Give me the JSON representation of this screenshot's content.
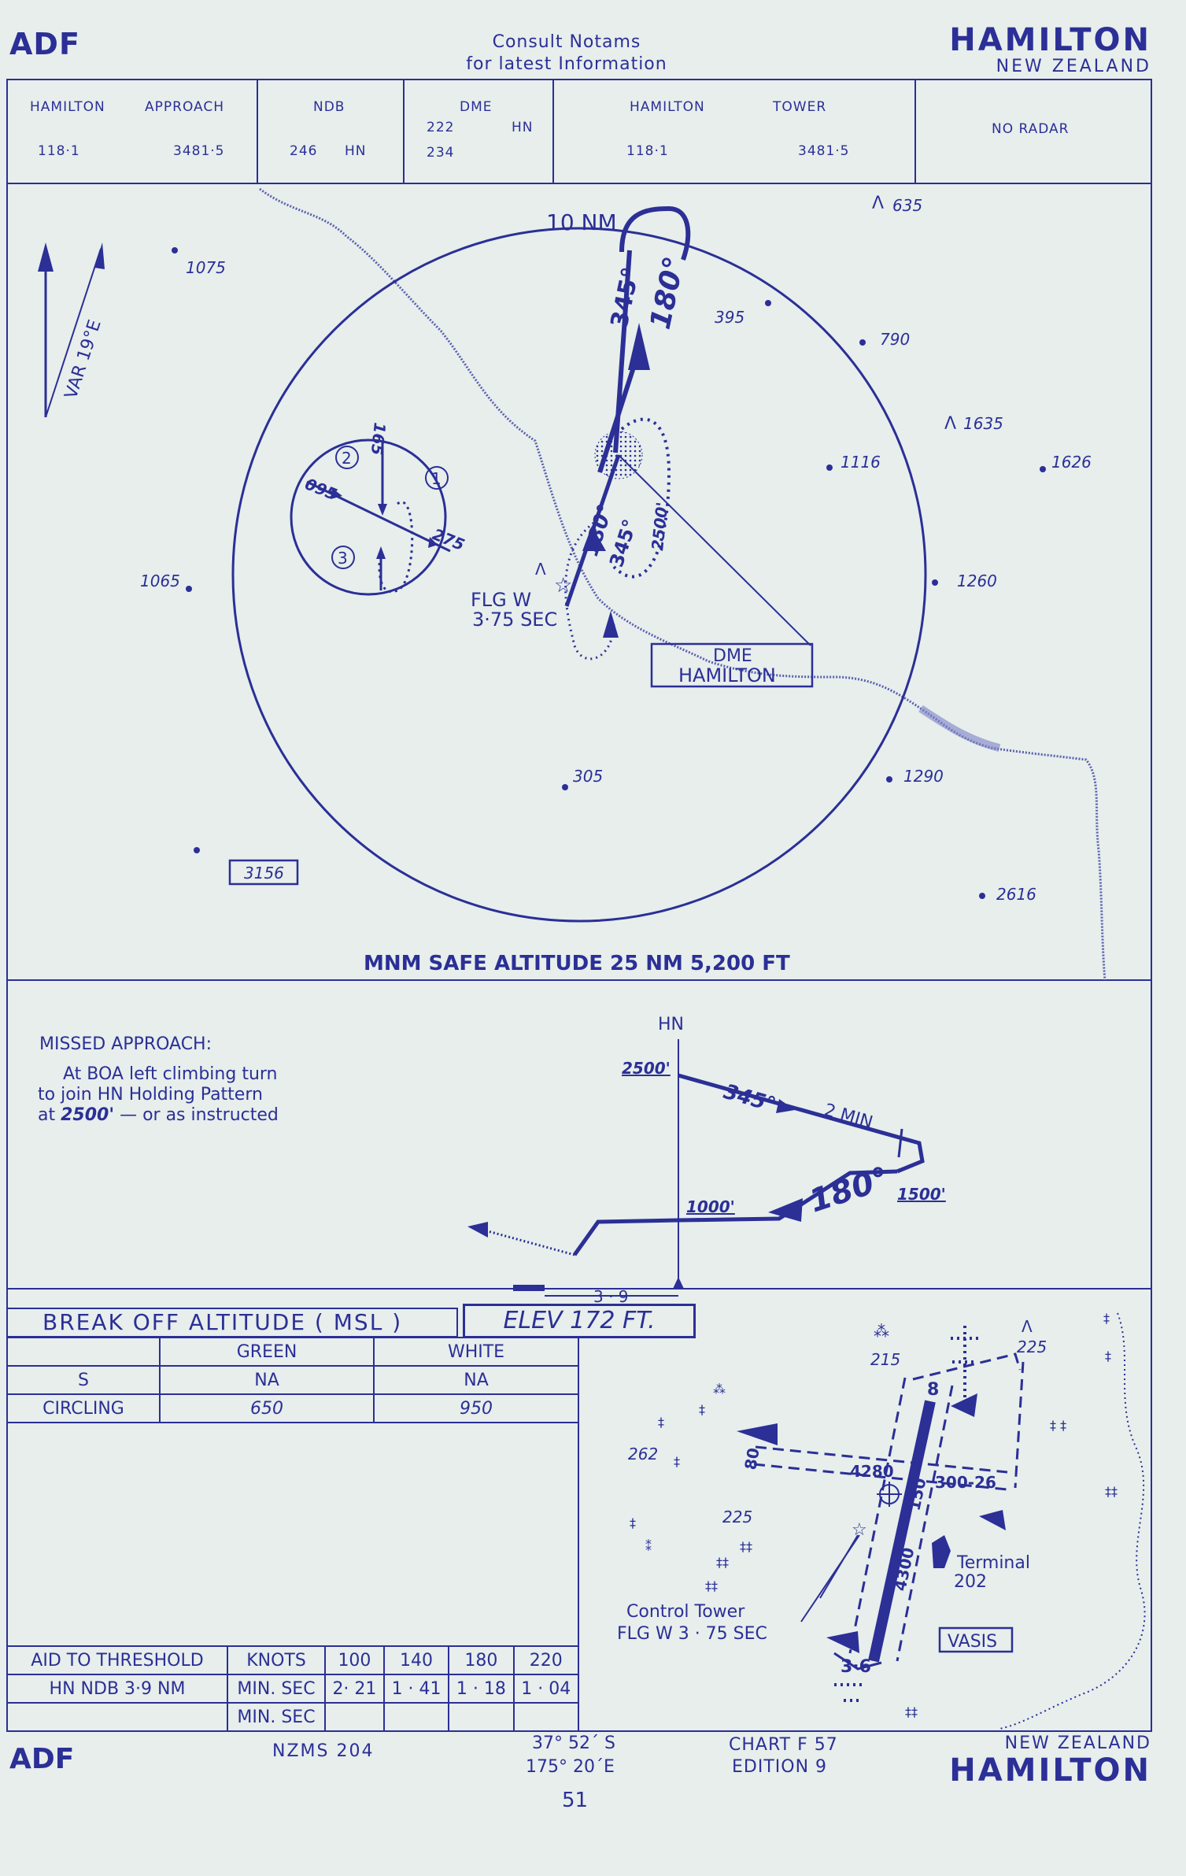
{
  "header": {
    "type_left": "ADF",
    "notice_line1": "Consult   Notams",
    "notice_line2": "for  latest  Information",
    "airport": "HAMILTON",
    "country": "NEW ZEALAND"
  },
  "comms": {
    "approach": {
      "name": "HAMILTON",
      "service": "APPROACH",
      "freq1": "118·1",
      "freq2": "3481·5"
    },
    "ndb": {
      "label": "NDB",
      "freq": "246",
      "ident": "HN"
    },
    "dme": {
      "label": "DME",
      "ch1": "222",
      "ident": "HN",
      "ch2": "234"
    },
    "tower": {
      "name": "HAMILTON",
      "service": "TOWER",
      "freq1": "118·1",
      "freq2": "3481·5"
    },
    "radar": "NO RADAR"
  },
  "plan_view": {
    "var": "VAR  19°E",
    "range_label": "10 NM",
    "outbound_track": "345°",
    "inbound_track": "180°",
    "outbound_track_lower": "345°",
    "inbound_track_lower": "180°",
    "holding_alt": "2500'",
    "fix_name": "FLG  W",
    "fix_timing": "3·75  SEC",
    "dme_box_line1": "DME",
    "dme_box_line2": "HAMILTON",
    "entry_numbers": [
      "1",
      "2",
      "3"
    ],
    "entry_095": "095",
    "entry_165": "165",
    "entry_275": "275",
    "spot_heights": [
      "1075",
      "395",
      "790",
      "1116",
      "1626",
      "1065",
      "1260",
      "305",
      "1290",
      "2616"
    ],
    "obstacles": [
      "635",
      "1635"
    ],
    "boxed_height": "3156",
    "msa": "MNM SAFE ALTITUDE 25 NM  5,200 FT"
  },
  "missed_approach": {
    "title": "MISSED APPROACH:",
    "line1": "At  BOA  left  climbing  turn",
    "line2": "to  join  HN  Holding  Pattern",
    "line3_alt": "2500'",
    "line3_pre": "at",
    "line3_post": "— or as instructed"
  },
  "profile": {
    "beacon": "HN",
    "alt_top": "2500'",
    "track_out": "345°",
    "leg_time": "2  MIN",
    "track_in": "180°",
    "alt_mid": "1000'",
    "alt_turn": "1500'",
    "distance": "3 · 9"
  },
  "boa": {
    "title": "BREAK  OFF  ALTITUDE ( MSL )",
    "elev": "ELEV   172    FT.",
    "cols": [
      "",
      "GREEN",
      "WHITE"
    ],
    "rows": [
      [
        "S",
        "NA",
        "NA"
      ],
      [
        "CIRCLING",
        "650",
        "950"
      ]
    ]
  },
  "timing": {
    "header": [
      "AID TO THRESHOLD",
      "KNOTS",
      "100",
      "140",
      "180",
      "220"
    ],
    "row1": [
      "HN  NDB  3·9  NM",
      "MIN. SEC",
      "2· 21",
      "1 · 41",
      "1 · 18",
      "1 · 04"
    ],
    "row2": [
      "",
      "MIN. SEC",
      "",
      "",
      "",
      ""
    ]
  },
  "aerodrome": {
    "rwy_long": "4300",
    "rwy_short": "4280",
    "rwy_short_width": "80",
    "rwy_main_width": "150",
    "rwy_300": "300-26",
    "rwy_08": "8",
    "rwy_36": "3·6",
    "terminal": "Terminal",
    "terminal_elev": "202",
    "tower_label": "Control  Tower",
    "tower_flg": "FLG  W  3 · 75  SEC",
    "vasis": "VASIS",
    "heights": [
      "215",
      "225",
      "262",
      "225"
    ]
  },
  "footer": {
    "type_left": "ADF",
    "nzms": "NZMS  204",
    "lat": "37°  52´ S",
    "lon": "175°  20´E",
    "chart": "CHART  F 57",
    "edition": "EDITION  9",
    "country": "NEW  ZEALAND",
    "airport": "HAMILTON",
    "page": "51"
  }
}
